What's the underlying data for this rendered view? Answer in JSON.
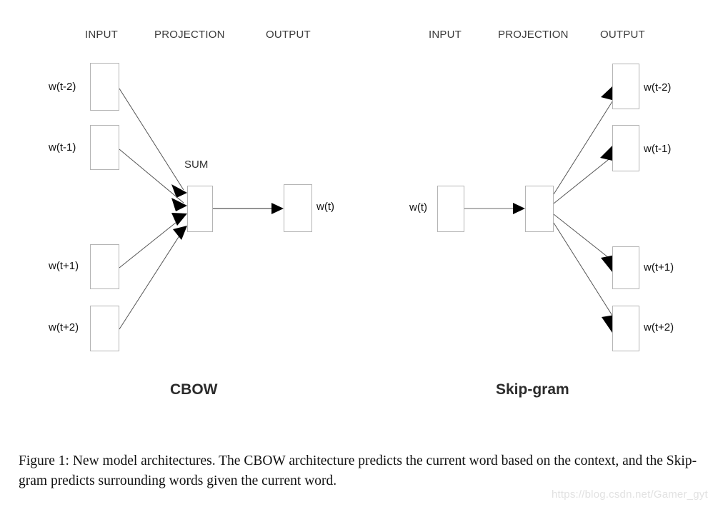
{
  "figure": {
    "caption": "Figure 1: New model architectures. The CBOW architecture predicts the current word based on the context, and the Skip-gram predicts surrounding words given the current word.",
    "watermark": "https://blog.csdn.net/Gamer_gyt",
    "background_color": "#ffffff",
    "box_border_color": "#b4b4b4",
    "arrow_color": "#555555",
    "arrowhead_color": "#000000",
    "text_color": "#111111"
  },
  "diagrams": [
    {
      "id": "cbow",
      "title": "CBOW",
      "headers": {
        "input": "INPUT",
        "projection": "PROJECTION",
        "output": "OUTPUT"
      },
      "projection_annotation": "SUM",
      "input_nodes": [
        {
          "label": "w(t-2)"
        },
        {
          "label": "w(t-1)"
        },
        {
          "label": "w(t+1)"
        },
        {
          "label": "w(t+2)"
        }
      ],
      "projection_nodes": [
        {
          "label": ""
        }
      ],
      "output_nodes": [
        {
          "label": "w(t)"
        }
      ],
      "direction": "inputs-to-projection-to-output"
    },
    {
      "id": "skip-gram",
      "title": "Skip-gram",
      "headers": {
        "input": "INPUT",
        "projection": "PROJECTION",
        "output": "OUTPUT"
      },
      "projection_annotation": "",
      "input_nodes": [
        {
          "label": "w(t)"
        }
      ],
      "projection_nodes": [
        {
          "label": ""
        }
      ],
      "output_nodes": [
        {
          "label": "w(t-2)"
        },
        {
          "label": "w(t-1)"
        },
        {
          "label": "w(t+1)"
        },
        {
          "label": "w(t+2)"
        }
      ],
      "direction": "input-to-projection-to-outputs"
    }
  ]
}
